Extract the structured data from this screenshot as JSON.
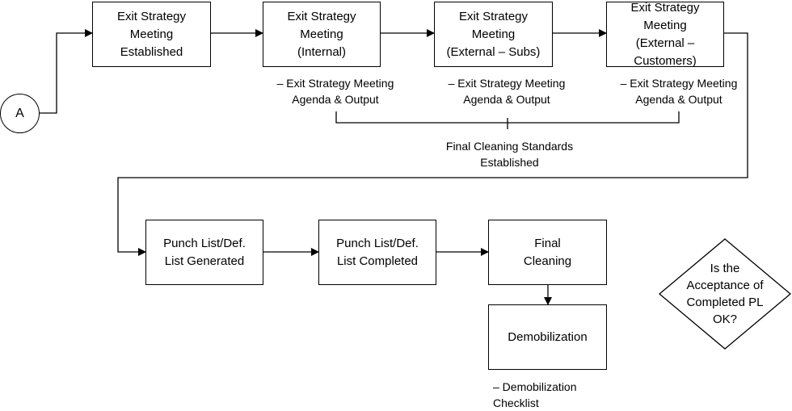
{
  "connector": {
    "label": "A"
  },
  "row1": {
    "box1": "Exit Strategy\nMeeting\nEstablished",
    "box2": "Exit Strategy\nMeeting\n(Internal)",
    "box3": "Exit Strategy\nMeeting\n(External – Subs)",
    "box4": "Exit Strategy\nMeeting\n(External –\nCustomers)"
  },
  "notes": {
    "note1": "–  Exit Strategy Meeting\nAgenda & Output",
    "note2": "–  Exit Strategy Meeting\nAgenda & Output",
    "note3": "–  Exit Strategy Meeting\nAgenda & Output",
    "standards": "Final Cleaning Standards\nEstablished",
    "demob": "–  Demobilization\nChecklist"
  },
  "row2": {
    "box5": "Punch List/Def.\nList Generated",
    "box6": "Punch List/Def.\nList Completed",
    "box7": "Final\nCleaning",
    "box8": "Demobilization"
  },
  "decision": {
    "label": "Is the\nAcceptance of\nCompleted PL\nOK?"
  }
}
